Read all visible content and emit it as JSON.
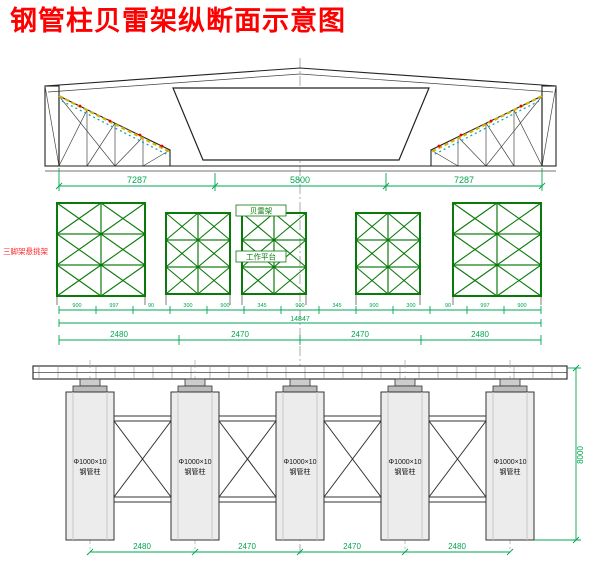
{
  "title": "钢管柱贝雷架纵断面示意图",
  "colors": {
    "title": "#ff0000",
    "truss_green": "#0a7a0a",
    "dim_green": "#00a550",
    "red_label": "#ff2a2a"
  },
  "top_view": {
    "dim_left": "7287",
    "dim_center": "5800",
    "dim_right": "7287"
  },
  "mid_view": {
    "left_label": "三脚架悬挑架",
    "center_label_1": "贝雷架",
    "center_label_2": "工作平台",
    "small_dims": [
      "900",
      "997",
      "90",
      "300",
      "900",
      "345",
      "900",
      "345",
      "900",
      "300",
      "90",
      "997",
      "900"
    ],
    "total_dim": "14847",
    "span_dims": [
      "2480",
      "2470",
      "2470",
      "2480"
    ]
  },
  "bottom_view": {
    "column_label_line1": "Φ1000×10",
    "column_label_line2": "钢管柱",
    "height_dim": "8000",
    "span_dims": [
      "2480",
      "2470",
      "2470",
      "2480"
    ]
  }
}
